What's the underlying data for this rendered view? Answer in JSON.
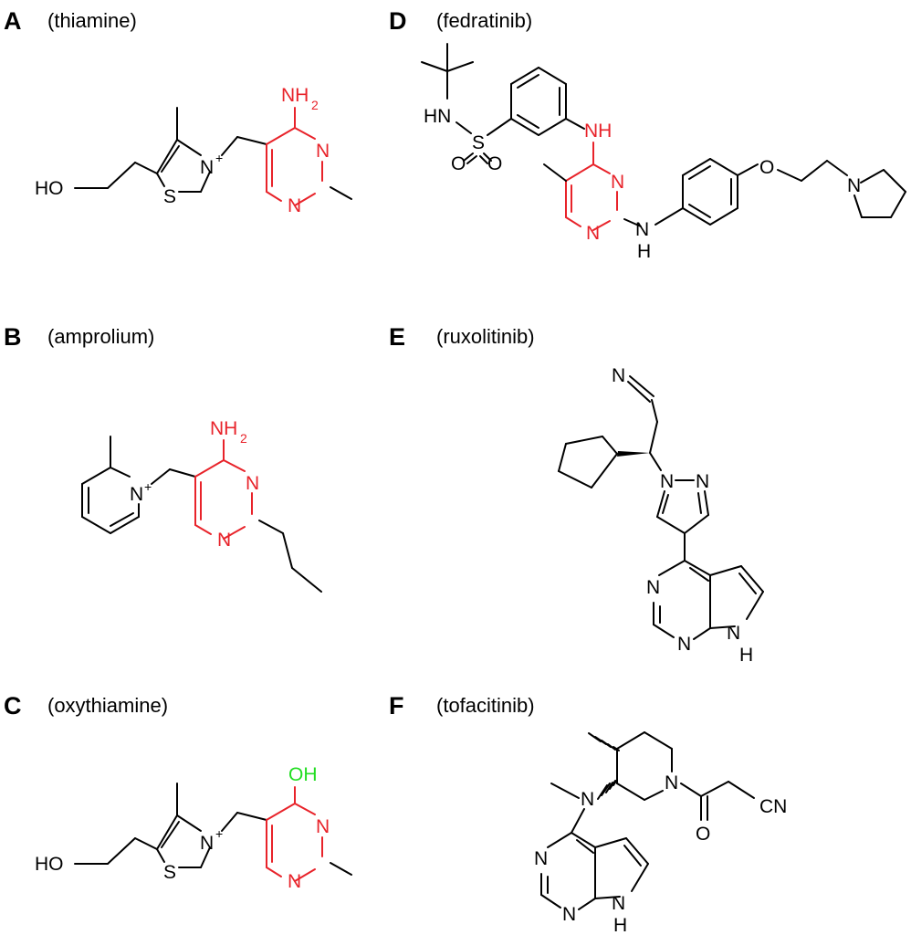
{
  "colors": {
    "bond": "#000000",
    "pyrimidine": "#e8232a",
    "hydroxyl": "#22dd22"
  },
  "panels": [
    {
      "letter": "A",
      "name": "(thiamine)"
    },
    {
      "letter": "B",
      "name": "(amprolium)"
    },
    {
      "letter": "C",
      "name": "(oxythiamine)"
    },
    {
      "letter": "D",
      "name": "(fedratinib)"
    },
    {
      "letter": "E",
      "name": "(ruxolitinib)"
    },
    {
      "letter": "F",
      "name": "(tofacitinib)"
    }
  ],
  "atoms": {
    "N": "N",
    "NH": "NH",
    "HN": "HN",
    "NH2_main": "NH",
    "NH2_sub": "2",
    "S": "S",
    "O": "O",
    "OH": "OH",
    "HO": "HO",
    "H": "H",
    "CN": "CN",
    "N_nitrile": "N",
    "plus": "+"
  }
}
